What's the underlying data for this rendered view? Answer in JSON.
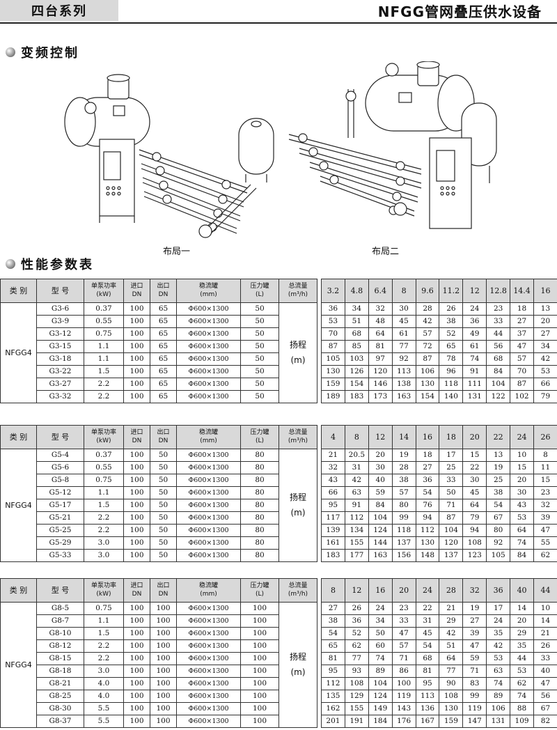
{
  "header": {
    "series": "四台系列",
    "product": "NFGG管网叠压供水设备"
  },
  "sections": {
    "control": "变频控制",
    "table": "性能参数表"
  },
  "layouts": {
    "one": "布局一",
    "two": "布局二"
  },
  "table_head": {
    "category": "类 别",
    "model": "型 号",
    "power": "单泵功率",
    "power_unit": "(kW)",
    "inlet": "进口",
    "inlet_unit": "DN",
    "outlet": "出口",
    "outlet_unit": "DN",
    "tank": "稳流罐",
    "tank_unit": "(mm)",
    "ptank": "压力罐",
    "ptank_unit": "(L)",
    "flow": "总流量",
    "flow_unit": "(m³/h)"
  },
  "lift_label": "扬程",
  "lift_unit": "(m)",
  "tables": [
    {
      "category": "NFGG4",
      "flows": [
        "3.2",
        "4.8",
        "6.4",
        "8",
        "9.6",
        "11.2",
        "12",
        "12.8",
        "14.4",
        "16"
      ],
      "rows": [
        [
          "G3-6",
          "0.37",
          "100",
          "65",
          "Φ600×1300",
          "50",
          [
            "36",
            "34",
            "32",
            "30",
            "28",
            "26",
            "24",
            "23",
            "18",
            "13"
          ]
        ],
        [
          "G3-9",
          "0.55",
          "100",
          "65",
          "Φ600×1300",
          "50",
          [
            "53",
            "51",
            "48",
            "45",
            "42",
            "38",
            "36",
            "33",
            "27",
            "20"
          ]
        ],
        [
          "G3-12",
          "0.75",
          "100",
          "65",
          "Φ600×1300",
          "50",
          [
            "70",
            "68",
            "64",
            "61",
            "57",
            "52",
            "49",
            "44",
            "37",
            "27"
          ]
        ],
        [
          "G3-15",
          "1.1",
          "100",
          "65",
          "Φ600×1300",
          "50",
          [
            "87",
            "85",
            "81",
            "77",
            "72",
            "65",
            "61",
            "56",
            "47",
            "34"
          ]
        ],
        [
          "G3-18",
          "1.1",
          "100",
          "65",
          "Φ600×1300",
          "50",
          [
            "105",
            "103",
            "97",
            "92",
            "87",
            "78",
            "74",
            "68",
            "57",
            "42"
          ]
        ],
        [
          "G3-22",
          "1.5",
          "100",
          "65",
          "Φ600×1300",
          "50",
          [
            "130",
            "126",
            "120",
            "113",
            "106",
            "96",
            "91",
            "84",
            "70",
            "53"
          ]
        ],
        [
          "G3-27",
          "2.2",
          "100",
          "65",
          "Φ600×1300",
          "50",
          [
            "159",
            "154",
            "146",
            "138",
            "130",
            "118",
            "111",
            "104",
            "87",
            "66"
          ]
        ],
        [
          "G3-32",
          "2.2",
          "100",
          "65",
          "Φ600×1300",
          "50",
          [
            "189",
            "183",
            "173",
            "163",
            "154",
            "140",
            "131",
            "122",
            "102",
            "79"
          ]
        ]
      ]
    },
    {
      "category": "NFGG4",
      "flows": [
        "4",
        "8",
        "12",
        "14",
        "16",
        "18",
        "20",
        "22",
        "24",
        "26"
      ],
      "rows": [
        [
          "G5-4",
          "0.37",
          "100",
          "50",
          "Φ600×1300",
          "80",
          [
            "21",
            "20.5",
            "20",
            "19",
            "18",
            "17",
            "15",
            "13",
            "10",
            "8"
          ]
        ],
        [
          "G5-6",
          "0.55",
          "100",
          "50",
          "Φ600×1300",
          "80",
          [
            "32",
            "31",
            "30",
            "28",
            "27",
            "25",
            "22",
            "19",
            "15",
            "11"
          ]
        ],
        [
          "G5-8",
          "0.75",
          "100",
          "50",
          "Φ600×1300",
          "80",
          [
            "43",
            "42",
            "40",
            "38",
            "36",
            "33",
            "30",
            "25",
            "20",
            "15"
          ]
        ],
        [
          "G5-12",
          "1.1",
          "100",
          "50",
          "Φ600×1300",
          "80",
          [
            "66",
            "63",
            "59",
            "57",
            "54",
            "50",
            "45",
            "38",
            "30",
            "23"
          ]
        ],
        [
          "G5-17",
          "1.5",
          "100",
          "50",
          "Φ600×1300",
          "80",
          [
            "95",
            "91",
            "84",
            "80",
            "76",
            "71",
            "64",
            "54",
            "43",
            "32"
          ]
        ],
        [
          "G5-21",
          "2.2",
          "100",
          "50",
          "Φ600×1300",
          "80",
          [
            "117",
            "112",
            "104",
            "99",
            "94",
            "87",
            "79",
            "67",
            "53",
            "39"
          ]
        ],
        [
          "G5-25",
          "2.2",
          "100",
          "50",
          "Φ600×1300",
          "80",
          [
            "139",
            "134",
            "124",
            "118",
            "112",
            "104",
            "94",
            "80",
            "64",
            "47"
          ]
        ],
        [
          "G5-29",
          "3.0",
          "100",
          "50",
          "Φ600×1300",
          "80",
          [
            "161",
            "155",
            "144",
            "137",
            "130",
            "120",
            "108",
            "92",
            "74",
            "55"
          ]
        ],
        [
          "G5-33",
          "3.0",
          "100",
          "50",
          "Φ600×1300",
          "80",
          [
            "183",
            "177",
            "163",
            "156",
            "148",
            "137",
            "123",
            "105",
            "84",
            "62"
          ]
        ]
      ]
    },
    {
      "category": "NFGG4",
      "flows": [
        "8",
        "12",
        "16",
        "20",
        "24",
        "28",
        "32",
        "36",
        "40",
        "44"
      ],
      "rows": [
        [
          "G8-5",
          "0.75",
          "100",
          "100",
          "Φ600×1300",
          "100",
          [
            "27",
            "26",
            "24",
            "23",
            "22",
            "21",
            "19",
            "17",
            "14",
            "10"
          ]
        ],
        [
          "G8-7",
          "1.1",
          "100",
          "100",
          "Φ600×1300",
          "100",
          [
            "38",
            "36",
            "34",
            "33",
            "31",
            "29",
            "27",
            "24",
            "20",
            "14"
          ]
        ],
        [
          "G8-10",
          "1.5",
          "100",
          "100",
          "Φ600×1300",
          "100",
          [
            "54",
            "52",
            "50",
            "47",
            "45",
            "42",
            "39",
            "35",
            "29",
            "21"
          ]
        ],
        [
          "G8-12",
          "2.2",
          "100",
          "100",
          "Φ600×1300",
          "100",
          [
            "65",
            "62",
            "60",
            "57",
            "54",
            "51",
            "47",
            "42",
            "35",
            "26"
          ]
        ],
        [
          "G8-15",
          "2.2",
          "100",
          "100",
          "Φ600×1300",
          "100",
          [
            "81",
            "77",
            "74",
            "71",
            "68",
            "64",
            "59",
            "53",
            "44",
            "33"
          ]
        ],
        [
          "G8-18",
          "3.0",
          "100",
          "100",
          "Φ600×1300",
          "100",
          [
            "95",
            "93",
            "89",
            "86",
            "81",
            "77",
            "71",
            "63",
            "53",
            "40"
          ]
        ],
        [
          "G8-21",
          "4.0",
          "100",
          "100",
          "Φ600×1300",
          "100",
          [
            "112",
            "108",
            "104",
            "100",
            "95",
            "90",
            "83",
            "74",
            "62",
            "47"
          ]
        ],
        [
          "G8-25",
          "4.0",
          "100",
          "100",
          "Φ600×1300",
          "100",
          [
            "135",
            "129",
            "124",
            "119",
            "113",
            "108",
            "99",
            "89",
            "74",
            "56"
          ]
        ],
        [
          "G8-30",
          "5.5",
          "100",
          "100",
          "Φ600×1300",
          "100",
          [
            "162",
            "155",
            "149",
            "143",
            "136",
            "130",
            "119",
            "106",
            "88",
            "67"
          ]
        ],
        [
          "G8-37",
          "5.5",
          "100",
          "100",
          "Φ600×1300",
          "100",
          [
            "201",
            "191",
            "184",
            "176",
            "167",
            "159",
            "147",
            "131",
            "109",
            "82"
          ]
        ]
      ]
    }
  ]
}
